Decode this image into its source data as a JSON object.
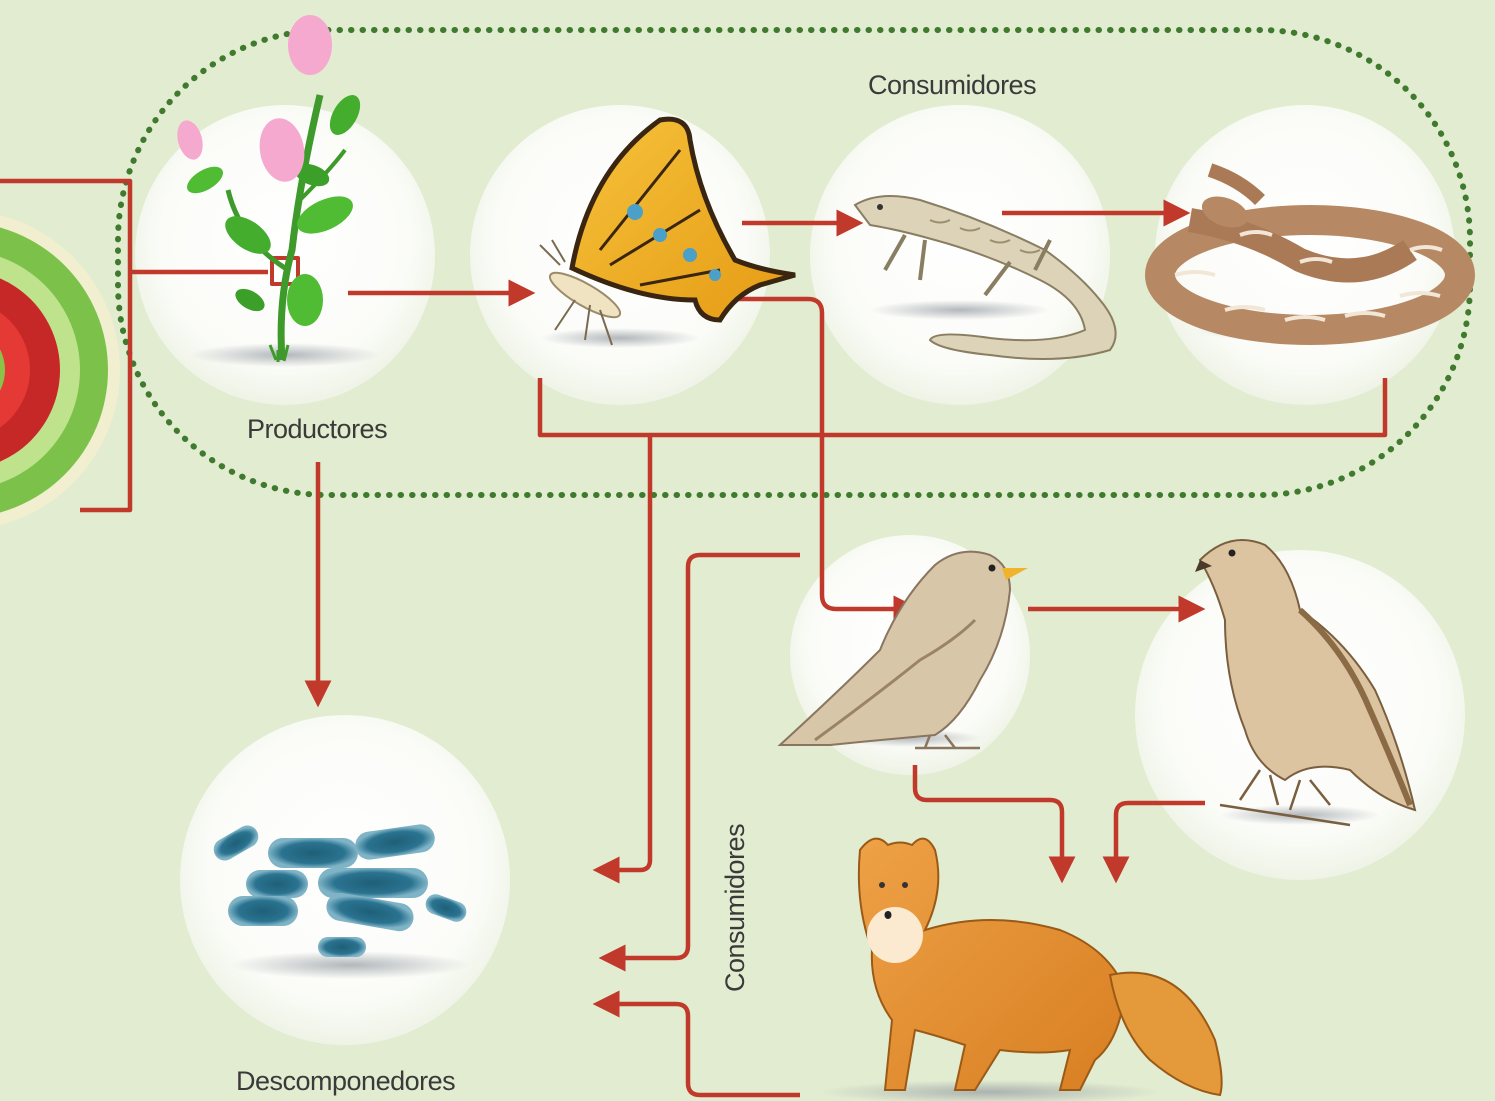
{
  "labels": {
    "consumidores_top": "Consumidores",
    "productores": "Productores",
    "descomponedores": "Descomponedores",
    "consumidores_side": "Consumidores"
  },
  "colors": {
    "background": "#e1ecd0",
    "arrow": "#c0392b",
    "dotted_border": "#3f7a2e",
    "circle": "#ffffff"
  },
  "nodes": [
    {
      "name": "plant-icon",
      "group": "productores"
    },
    {
      "name": "butterfly-icon",
      "group": "consumidores"
    },
    {
      "name": "lizard-icon",
      "group": "consumidores"
    },
    {
      "name": "snake-icon",
      "group": "consumidores"
    },
    {
      "name": "sparrow-icon",
      "group": "consumidores"
    },
    {
      "name": "hawk-icon",
      "group": "consumidores"
    },
    {
      "name": "fox-icon",
      "group": "consumidores"
    },
    {
      "name": "bacteria-icon",
      "group": "descomponedores"
    }
  ]
}
